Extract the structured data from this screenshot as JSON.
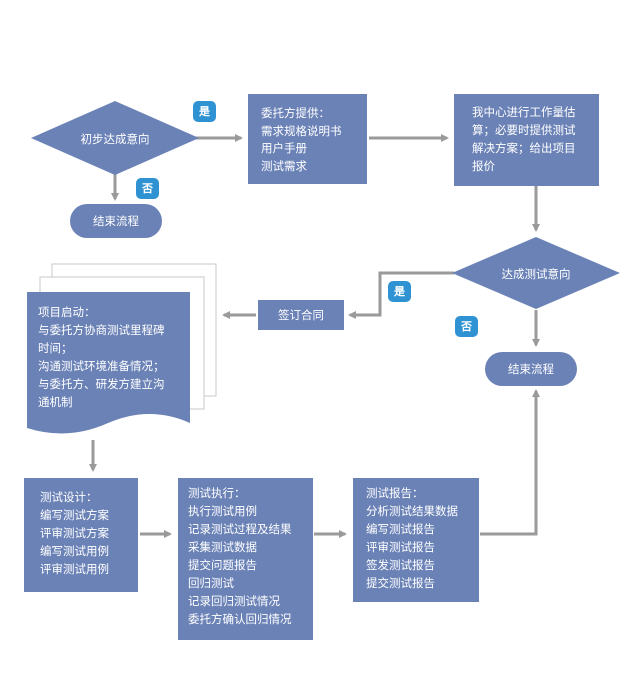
{
  "colors": {
    "box": "#6b82b7",
    "arrow": "#9a9a9a",
    "badge": "#2f93d3",
    "text": "#ffffff"
  },
  "nodes": {
    "decision_initial": "初步达成意向",
    "end_top": "结束流程",
    "client_provide": [
      "委托方提供：",
      "需求规格说明书",
      "用户手册",
      "测试需求"
    ],
    "center_estimate": [
      "我中心进行工作量估",
      "算；必要时提供测试",
      "解决方案；给出项目",
      "报价"
    ],
    "decision_agree": "达成测试意向",
    "sign_contract": "签订合同",
    "end_right": "结束流程",
    "project_start": [
      "项目启动：",
      "与委托方协商测试里程碑",
      "时间；",
      "沟通测试环境准备情况；",
      "与委托方、研发方建立沟",
      "通机制"
    ],
    "test_design": [
      "测试设计：",
      "编写测试方案",
      "评审测试方案",
      "编写测试用例",
      "评审测试用例"
    ],
    "test_exec": [
      "测试执行：",
      "执行测试用例",
      "记录测试过程及结果",
      "采集测试数据",
      "提交问题报告",
      "回归测试",
      "记录回归测试情况",
      "委托方确认回归情况"
    ],
    "test_report": [
      "测试报告：",
      "分析测试结果数据",
      "编写测试报告",
      "评审测试报告",
      "签发测试报告",
      "提交测试报告"
    ]
  },
  "badges": {
    "yes_top": "是",
    "no_top": "否",
    "yes_right": "是",
    "no_right": "否"
  }
}
